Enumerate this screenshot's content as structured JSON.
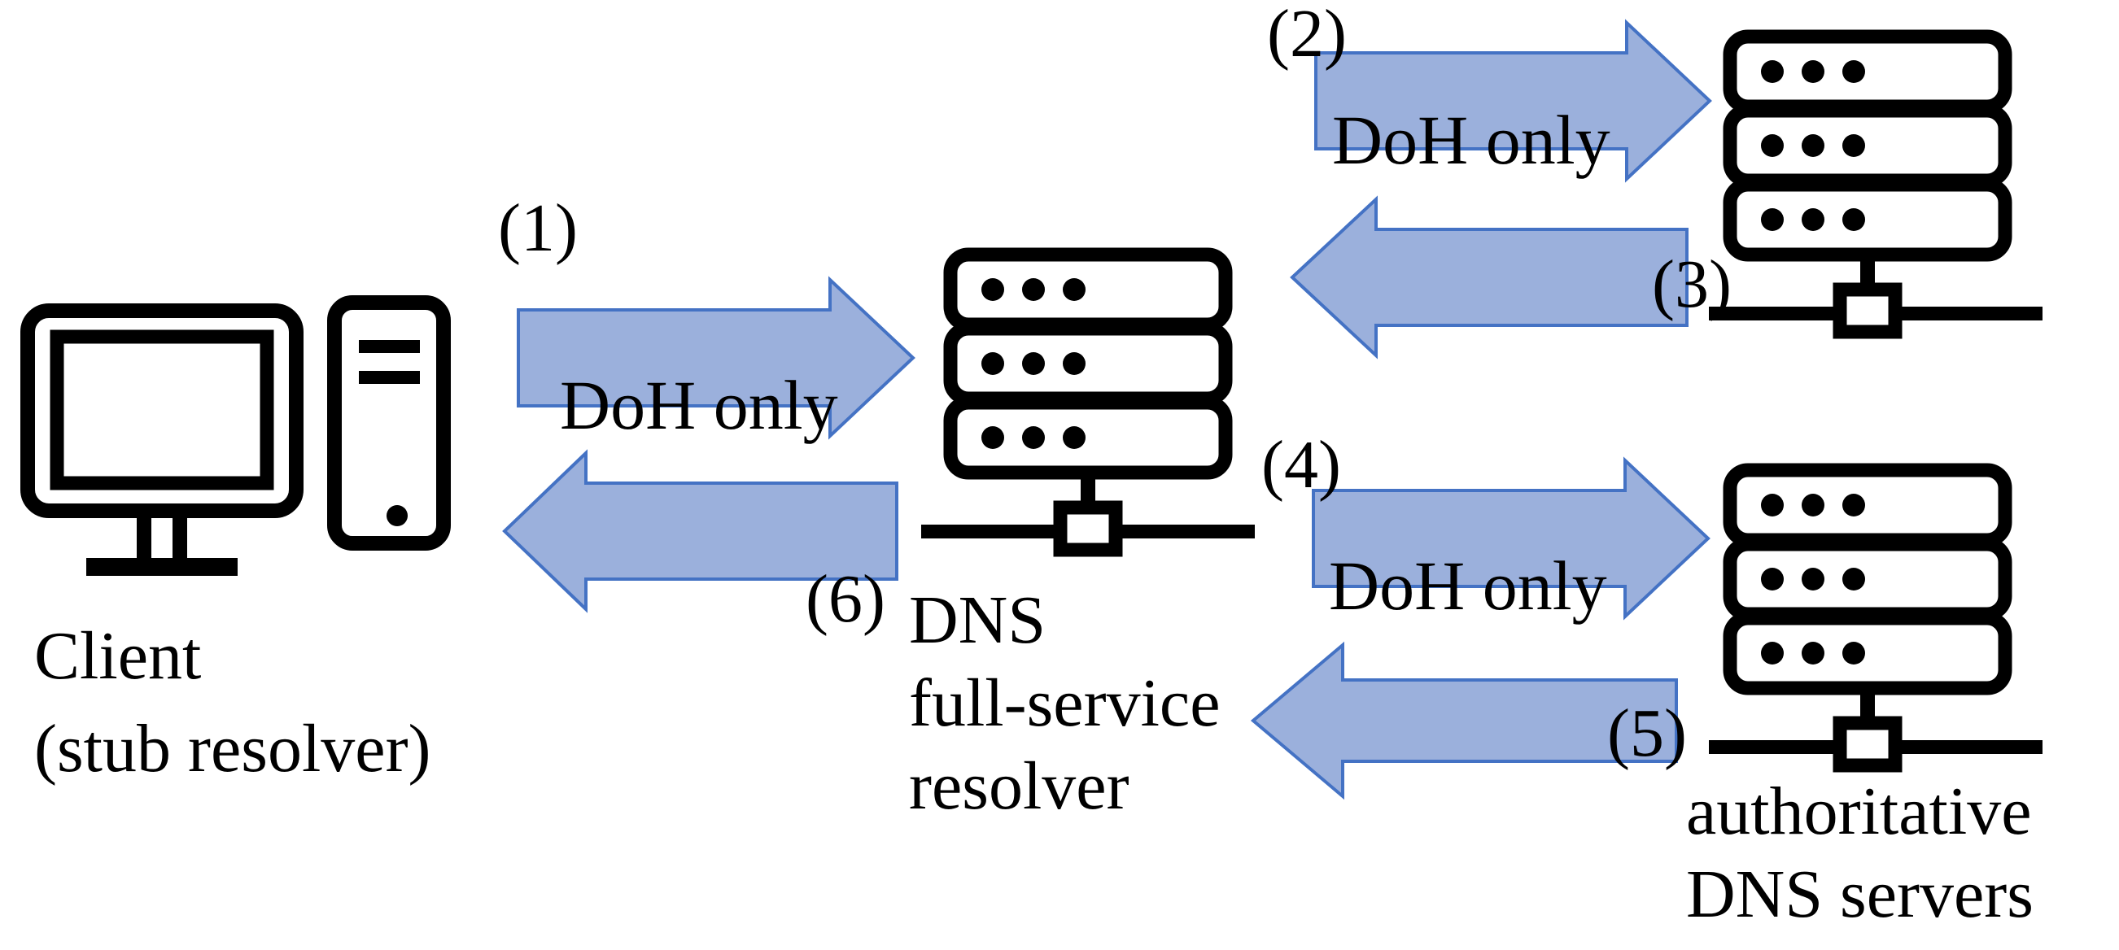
{
  "diagram": {
    "title": "DoH only DNS resolution flow",
    "background_color": "#ffffff",
    "arrow_fill_color": "#9BB0DC",
    "arrow_stroke_color": "#4472C4",
    "icon_color": "#000000"
  },
  "nodes": [
    {
      "id": "client",
      "icon": "desktop-computer-and-tower-icon",
      "label_line1": "Client",
      "label_line2": "(stub resolver)"
    },
    {
      "id": "full-service-resolver",
      "icon": "server-rack-icon",
      "label_line1": "DNS",
      "label_line2": "full-service",
      "label_line3": "resolver"
    },
    {
      "id": "authoritative-top",
      "icon": "server-rack-icon",
      "label_line1": "",
      "label_line2": ""
    },
    {
      "id": "authoritative-bottom",
      "icon": "server-rack-icon",
      "label_line1": "authoritative",
      "label_line2": "DNS servers"
    }
  ],
  "flows": [
    {
      "step": "(1)",
      "protocol": "DoH only",
      "direction": "right",
      "from": "client",
      "to": "full-service-resolver"
    },
    {
      "step": "(2)",
      "protocol": "DoH only",
      "direction": "right",
      "from": "full-service-resolver",
      "to": "authoritative-top"
    },
    {
      "step": "(3)",
      "protocol": "DoH only",
      "direction": "left",
      "from": "authoritative-top",
      "to": "full-service-resolver"
    },
    {
      "step": "(4)",
      "protocol": "DoH only",
      "direction": "right",
      "from": "full-service-resolver",
      "to": "authoritative-bottom"
    },
    {
      "step": "(5)",
      "protocol": "DoH only",
      "direction": "left",
      "from": "authoritative-bottom",
      "to": "full-service-resolver"
    },
    {
      "step": "(6)",
      "protocol": "DoH only",
      "direction": "left",
      "from": "full-service-resolver",
      "to": "client"
    }
  ],
  "labels": {
    "step1": "(1)",
    "step2": "(2)",
    "step3": "(3)",
    "step4": "(4)",
    "step5": "(5)",
    "step6": "(6)",
    "doh_left": "DoH only",
    "doh_top_right": "DoH only",
    "doh_bottom_right": "DoH only",
    "client_line1": "Client",
    "client_line2": "(stub resolver)",
    "resolver_line1": "DNS",
    "resolver_line2": "full-service",
    "resolver_line3": "resolver",
    "auth_line1": "authoritative",
    "auth_line2": "DNS servers"
  }
}
